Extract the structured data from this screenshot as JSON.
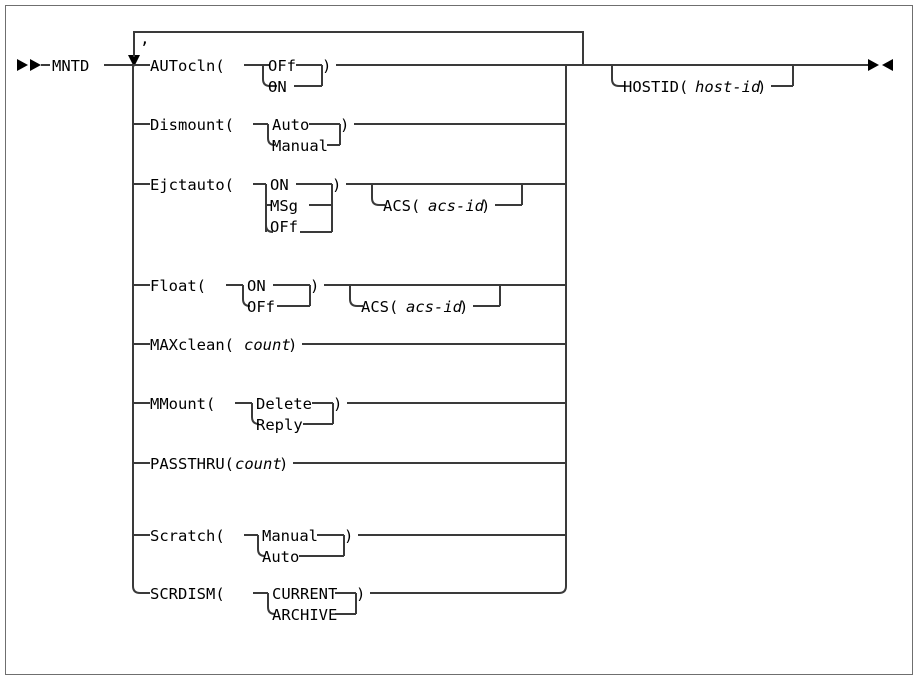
{
  "diagram": {
    "kind": "railroad-syntax-diagram",
    "title": "MNTD",
    "start_marker": "▶▶",
    "end_marker": "▶◀",
    "repeat_separator": ",",
    "colors": {
      "rail": "#3a3a3a",
      "text": "#000000",
      "frame": "#6f6f6f",
      "background": "#ffffff"
    },
    "command": "MNTD",
    "repeat_group_note": "comma-separated repeatable list of keyword operands",
    "branches": [
      {
        "id": "autocln",
        "keyword": "AUTocln(",
        "close": ")",
        "choices": [
          "OFf",
          "ON"
        ],
        "default": "OFf",
        "suboption": null
      },
      {
        "id": "dismount",
        "keyword": "Dismount(",
        "close": ")",
        "choices": [
          "Auto",
          "Manual"
        ],
        "default": "Auto",
        "suboption": null
      },
      {
        "id": "ejctauto",
        "keyword": "Ejctauto(",
        "close": ")",
        "choices": [
          "ON",
          "MSg",
          "OFf"
        ],
        "default": "ON",
        "suboption": {
          "label": "ACS(",
          "variable": "acs-id",
          "close": ")"
        }
      },
      {
        "id": "float",
        "keyword": "Float(",
        "close": ")",
        "choices": [
          "ON",
          "OFf"
        ],
        "default": "ON",
        "suboption": {
          "label": "ACS(",
          "variable": "acs-id",
          "close": ")"
        }
      },
      {
        "id": "maxclean",
        "keyword": "MAXclean(",
        "close": ")",
        "variable": "count",
        "choices": [],
        "suboption": null
      },
      {
        "id": "mmount",
        "keyword": "MMount(",
        "close": ")",
        "choices": [
          "Delete",
          "Reply"
        ],
        "default": "Delete",
        "suboption": null
      },
      {
        "id": "passthru",
        "keyword": "PASSTHRU(",
        "close": ")",
        "variable": "count",
        "choices": [],
        "suboption": null
      },
      {
        "id": "scratch",
        "keyword": "Scratch(",
        "close": ")",
        "choices": [
          "Manual",
          "Auto"
        ],
        "default": "Manual",
        "suboption": null
      },
      {
        "id": "scrdism",
        "keyword": "SCRDISM(",
        "close": ")",
        "choices": [
          "CURRENT",
          "ARCHIVE"
        ],
        "default": "CURRENT",
        "suboption": null
      }
    ],
    "trailing_option": {
      "id": "hostid",
      "label": "HOSTID(",
      "variable": "host-id",
      "close": ")",
      "optional": true
    }
  }
}
